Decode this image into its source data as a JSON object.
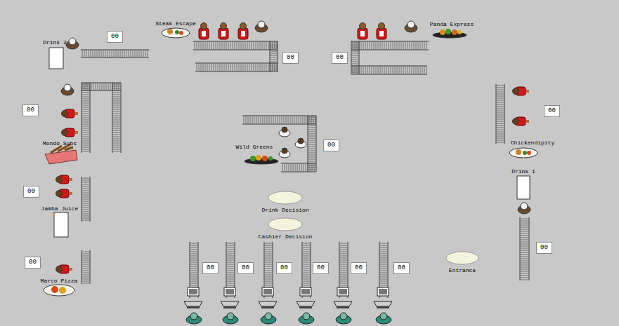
{
  "diagram": {
    "nodes": [
      {
        "text": [
          "00"
        ]
      },
      {
        "text": [
          "00"
        ]
      },
      {
        "text": [
          "00"
        ]
      },
      {
        "text": [
          "00"
        ]
      },
      {
        "text": [
          "00"
        ]
      },
      {
        "text": [
          "00"
        ]
      },
      {
        "text": [
          "Drink Decision"
        ]
      },
      {
        "text": [
          "00"
        ]
      },
      {
        "text": [
          "Cashier Decision"
        ]
      },
      {
        "text": [
          "00"
        ]
      },
      {
        "text": [
          "00"
        ]
      },
      {
        "text": [
          "00"
        ]
      },
      {
        "text": [
          "00"
        ]
      },
      {
        "text": [
          "00"
        ]
      },
      {
        "text": [
          "00"
        ]
      },
      {
        "text": [
          "00"
        ]
      },
      {
        "text": [
          "00"
        ]
      },
      {
        "text": [
          "Entrance"
        ]
      }
    ],
    "edges": [],
    "labels": [
      "Drink 2",
      "Steak Escape",
      "Panda Express",
      "Mondo Subs",
      "Wild Greens",
      "Chickendipity",
      "Drink 1",
      "Jamba Juice",
      "Marco Pizza"
    ]
  }
}
